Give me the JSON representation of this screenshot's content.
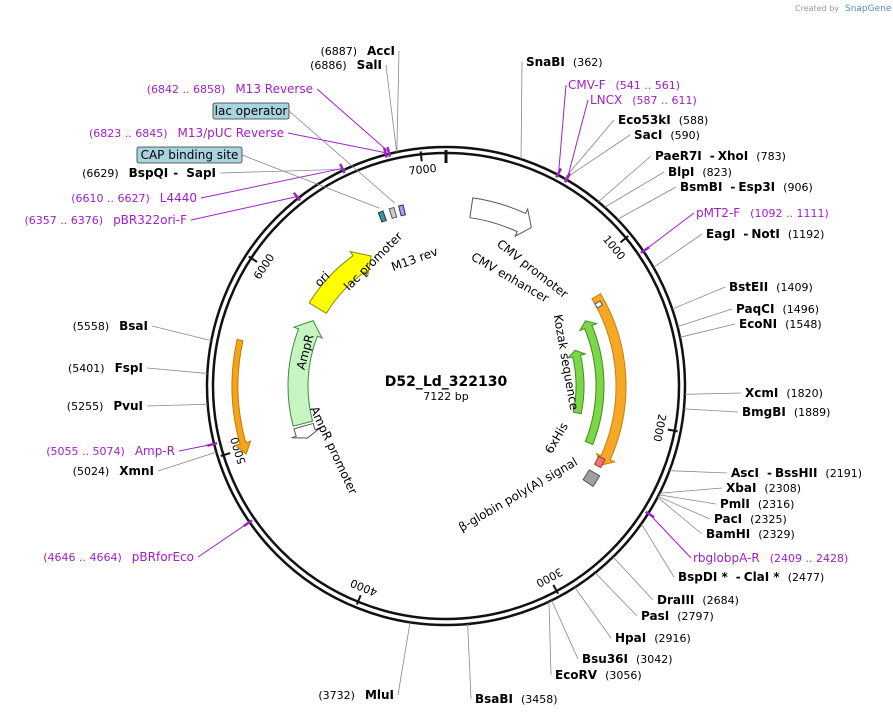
{
  "credit": {
    "text": "Created by",
    "brand": "SnapGene"
  },
  "plasmid": {
    "name": "D52_Ld_322130",
    "size": "7122 bp",
    "length": 7122
  },
  "ticks": [
    {
      "label": "1000",
      "pos": 1000
    },
    {
      "label": "2000",
      "pos": 2000
    },
    {
      "label": "3000",
      "pos": 3000
    },
    {
      "label": "4000",
      "pos": 4000
    },
    {
      "label": "5000",
      "pos": 5000
    },
    {
      "label": "6000",
      "pos": 6000
    },
    {
      "label": "7000",
      "pos": 7000
    }
  ],
  "features": [
    {
      "label": "CMV enhancer",
      "color": "#ffffff"
    },
    {
      "label": "CMV promoter",
      "color": "#ffffff"
    },
    {
      "label": "Kozak sequence",
      "color": "#ffffff"
    },
    {
      "label": "6xHis",
      "color": "#e87878"
    },
    {
      "label": "β-globin poly(A) signal",
      "color": "#a0a0a0"
    },
    {
      "label": "AmpR promoter",
      "color": "#ffffff"
    },
    {
      "label": "AmpR",
      "color": "#c6f5c2"
    },
    {
      "label": "ori",
      "color": "#ffff00"
    },
    {
      "label": "lac promoter",
      "color": "#ffffff"
    },
    {
      "label": "M13 rev",
      "color": "#a0a0ff"
    }
  ],
  "enzymes": [
    {
      "name": "AccI",
      "pos": "(6887)",
      "side": "left"
    },
    {
      "name": "SalI",
      "pos": "(6886)",
      "side": "left"
    },
    {
      "name": "SnaBI",
      "pos": "(362)",
      "side": "right"
    },
    {
      "name": "Eco53kI",
      "pos": "(588)",
      "side": "right"
    },
    {
      "name": "SacI",
      "pos": "(590)",
      "side": "right"
    },
    {
      "name": "PaeR7I",
      "name2": "XhoI",
      "pos": "(783)",
      "side": "right"
    },
    {
      "name": "BlpI",
      "pos": "(823)",
      "side": "right"
    },
    {
      "name": "BsmBI",
      "name2": "Esp3I",
      "pos": "(906)",
      "side": "right"
    },
    {
      "name": "EagI",
      "name2": "NotI",
      "pos": "(1192)",
      "side": "right"
    },
    {
      "name": "BstEII",
      "pos": "(1409)",
      "side": "right"
    },
    {
      "name": "PaqCI",
      "pos": "(1496)",
      "side": "right"
    },
    {
      "name": "EcoNI",
      "pos": "(1548)",
      "side": "right"
    },
    {
      "name": "XcmI",
      "pos": "(1820)",
      "side": "right"
    },
    {
      "name": "BmgBI",
      "pos": "(1889)",
      "side": "right"
    },
    {
      "name": "AscI",
      "name2": "BssHII",
      "pos": "(2191)",
      "side": "right"
    },
    {
      "name": "XbaI",
      "pos": "(2308)",
      "side": "right"
    },
    {
      "name": "PmlI",
      "pos": "(2316)",
      "side": "right"
    },
    {
      "name": "PacI",
      "pos": "(2325)",
      "side": "right"
    },
    {
      "name": "BamHI",
      "pos": "(2329)",
      "side": "right"
    },
    {
      "name": "BspDI *",
      "name2": "ClaI *",
      "pos": "(2477)",
      "side": "right"
    },
    {
      "name": "DraIII",
      "pos": "(2684)",
      "side": "right"
    },
    {
      "name": "PasI",
      "pos": "(2797)",
      "side": "right"
    },
    {
      "name": "HpaI",
      "pos": "(2916)",
      "side": "right"
    },
    {
      "name": "Bsu36I",
      "pos": "(3042)",
      "side": "right"
    },
    {
      "name": "EcoRV",
      "pos": "(3056)",
      "side": "right"
    },
    {
      "name": "BsaBI",
      "pos": "(3458)",
      "side": "right"
    },
    {
      "name": "MluI",
      "pos": "(3732)",
      "side": "left"
    },
    {
      "name": "XmnI",
      "pos": "(5024)",
      "side": "left"
    },
    {
      "name": "PvuI",
      "pos": "(5255)",
      "side": "left"
    },
    {
      "name": "FspI",
      "pos": "(5401)",
      "side": "left"
    },
    {
      "name": "BsaI",
      "pos": "(5558)",
      "side": "left"
    },
    {
      "name": "BspQI",
      "name2": "SapI",
      "pos": "(6629)",
      "side": "left"
    }
  ],
  "primers": [
    {
      "name": "M13 Reverse",
      "pos": "(6842 .. 6858)",
      "side": "left"
    },
    {
      "name": "M13/pUC Reverse",
      "pos": "(6823 .. 6845)",
      "side": "left"
    },
    {
      "name": "L4440",
      "pos": "(6610 .. 6627)",
      "side": "left"
    },
    {
      "name": "pBR322ori-F",
      "pos": "(6357 .. 6376)",
      "side": "left"
    },
    {
      "name": "CMV-F",
      "pos": "(541 .. 561)",
      "side": "right"
    },
    {
      "name": "LNCX",
      "pos": "(587 .. 611)",
      "side": "right"
    },
    {
      "name": "pMT2-F",
      "pos": "(1092 .. 1111)",
      "side": "right"
    },
    {
      "name": "rbglobpA-R",
      "pos": "(2409 .. 2428)",
      "side": "right"
    },
    {
      "name": "Amp-R",
      "pos": "(5055 .. 5074)",
      "side": "left"
    },
    {
      "name": "pBRforEco",
      "pos": "(4646 .. 4664)",
      "side": "left"
    }
  ],
  "boxes": [
    {
      "label": "lac operator",
      "color": "#a8d4e0"
    },
    {
      "label": "CAP binding site",
      "color": "#a8d4e0"
    }
  ]
}
